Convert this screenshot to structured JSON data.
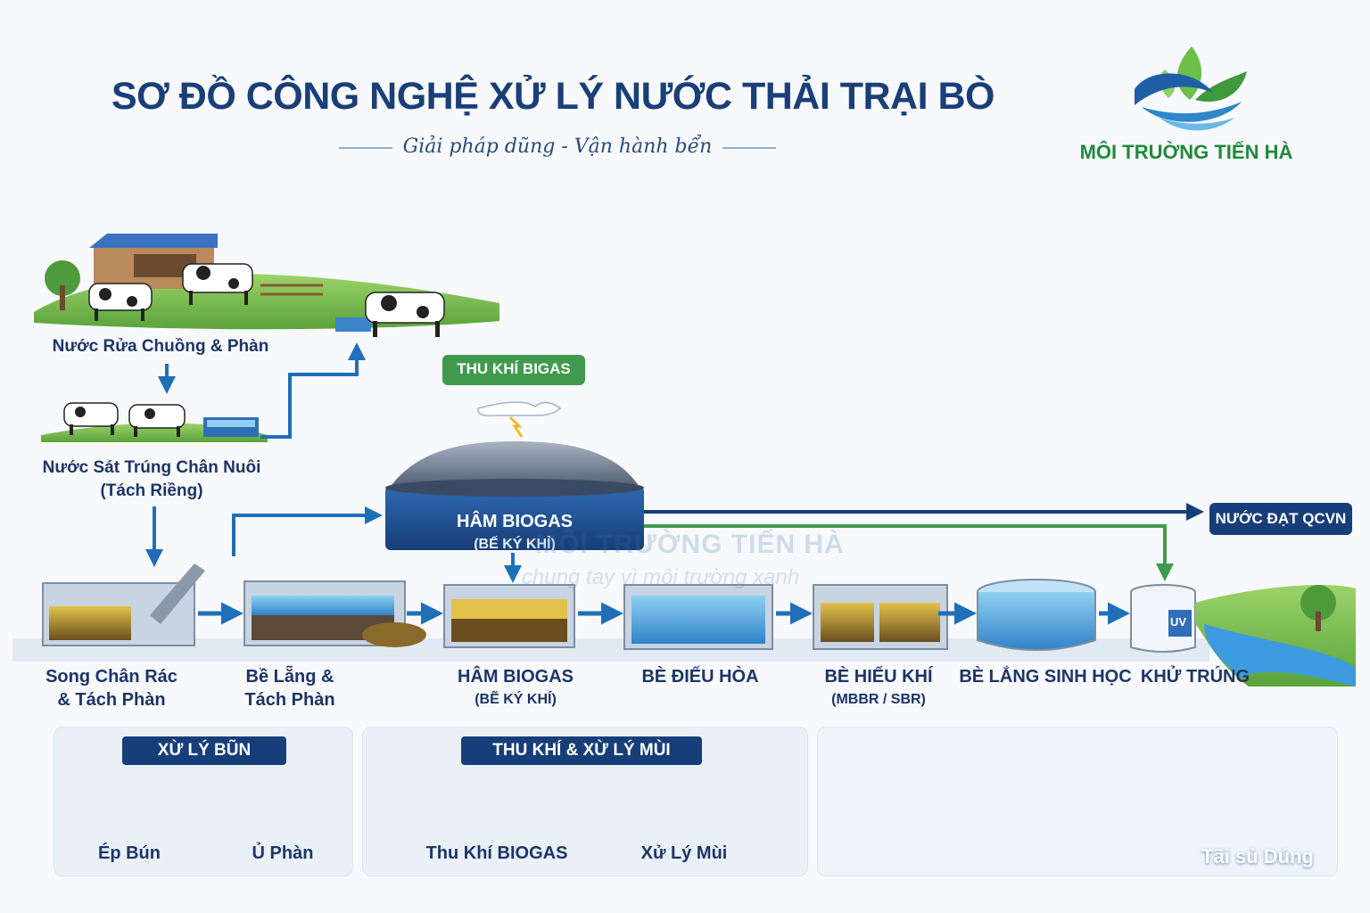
{
  "header": {
    "title": "SƠ ĐỒ CÔNG NGHỆ XỬ LÝ NƯỚC THẢI TRẠI BÒ",
    "subtitle": "Giải pháp dũng - Vận hành bển",
    "brand": "MÔI TRUỜNG TIẾN HÀ"
  },
  "sources": {
    "washing": "Nước Rửa Chuồng & Phàn",
    "disinfect_line1": "Nước Sát Trúng Chân Nuôi",
    "disinfect_line2": "(Tách Riềng)"
  },
  "tags": {
    "biogas_collect": "THU KHÍ BIGAS",
    "effluent": "NƯỚC ĐẠT QCVN"
  },
  "tank": {
    "name": "HÂM BIOGAS",
    "sub": "(BẾ KÝ KHỈ)"
  },
  "watermark": {
    "line1": "MÔI TRƯỜNG TIẾN HÀ",
    "line2": "chung tay vì môi trường xanh"
  },
  "steps": [
    {
      "line1": "Song Chân Rác",
      "line2": "& Tách Phàn"
    },
    {
      "line1": "Bề Lẵng &",
      "line2": "Tách Phàn"
    },
    {
      "line1": "HÂM BIOGAS",
      "line2": "(BẼ KÝ KHÍ)"
    },
    {
      "line1": "BÈ ĐIẾU HÒA",
      "line2": ""
    },
    {
      "line1": "BÈ HIẾU KHÍ",
      "line2": "(MBBR / SBR)"
    },
    {
      "line1": "BÈ LẮNG SINH HỌC",
      "line2": ""
    },
    {
      "line1": "KHỬ TRÚNG",
      "line2": ""
    }
  ],
  "uv_label": "UV",
  "panels": {
    "sludge": {
      "title": "XỪ LÝ BŨN",
      "item1": "Ép Bún",
      "item2": "Ủ Phàn"
    },
    "gas": {
      "title": "THU KHÍ & XỪ LÝ MÙI",
      "item1": "Thu Khí BIOGAS",
      "item2": "Xử Lý Mùi"
    },
    "reuse": {
      "label": "Tãi sủ Dúng"
    }
  },
  "colors": {
    "navy": "#173e78",
    "flow_blue": "#1f6fb8",
    "green": "#3f9a4d",
    "brand_green": "#1f8a3a"
  }
}
